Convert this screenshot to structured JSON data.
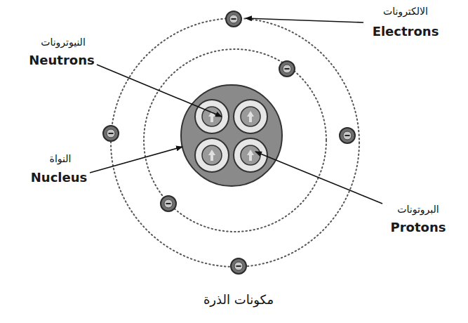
{
  "diagram": {
    "caption": "مكونات الذرة",
    "labels": [
      "الالكترونات",
      "Electrons",
      "النيوترونات",
      "Neutrons",
      "النواة",
      "Nucleus",
      "البروتونات",
      "Protons"
    ]
  }
}
